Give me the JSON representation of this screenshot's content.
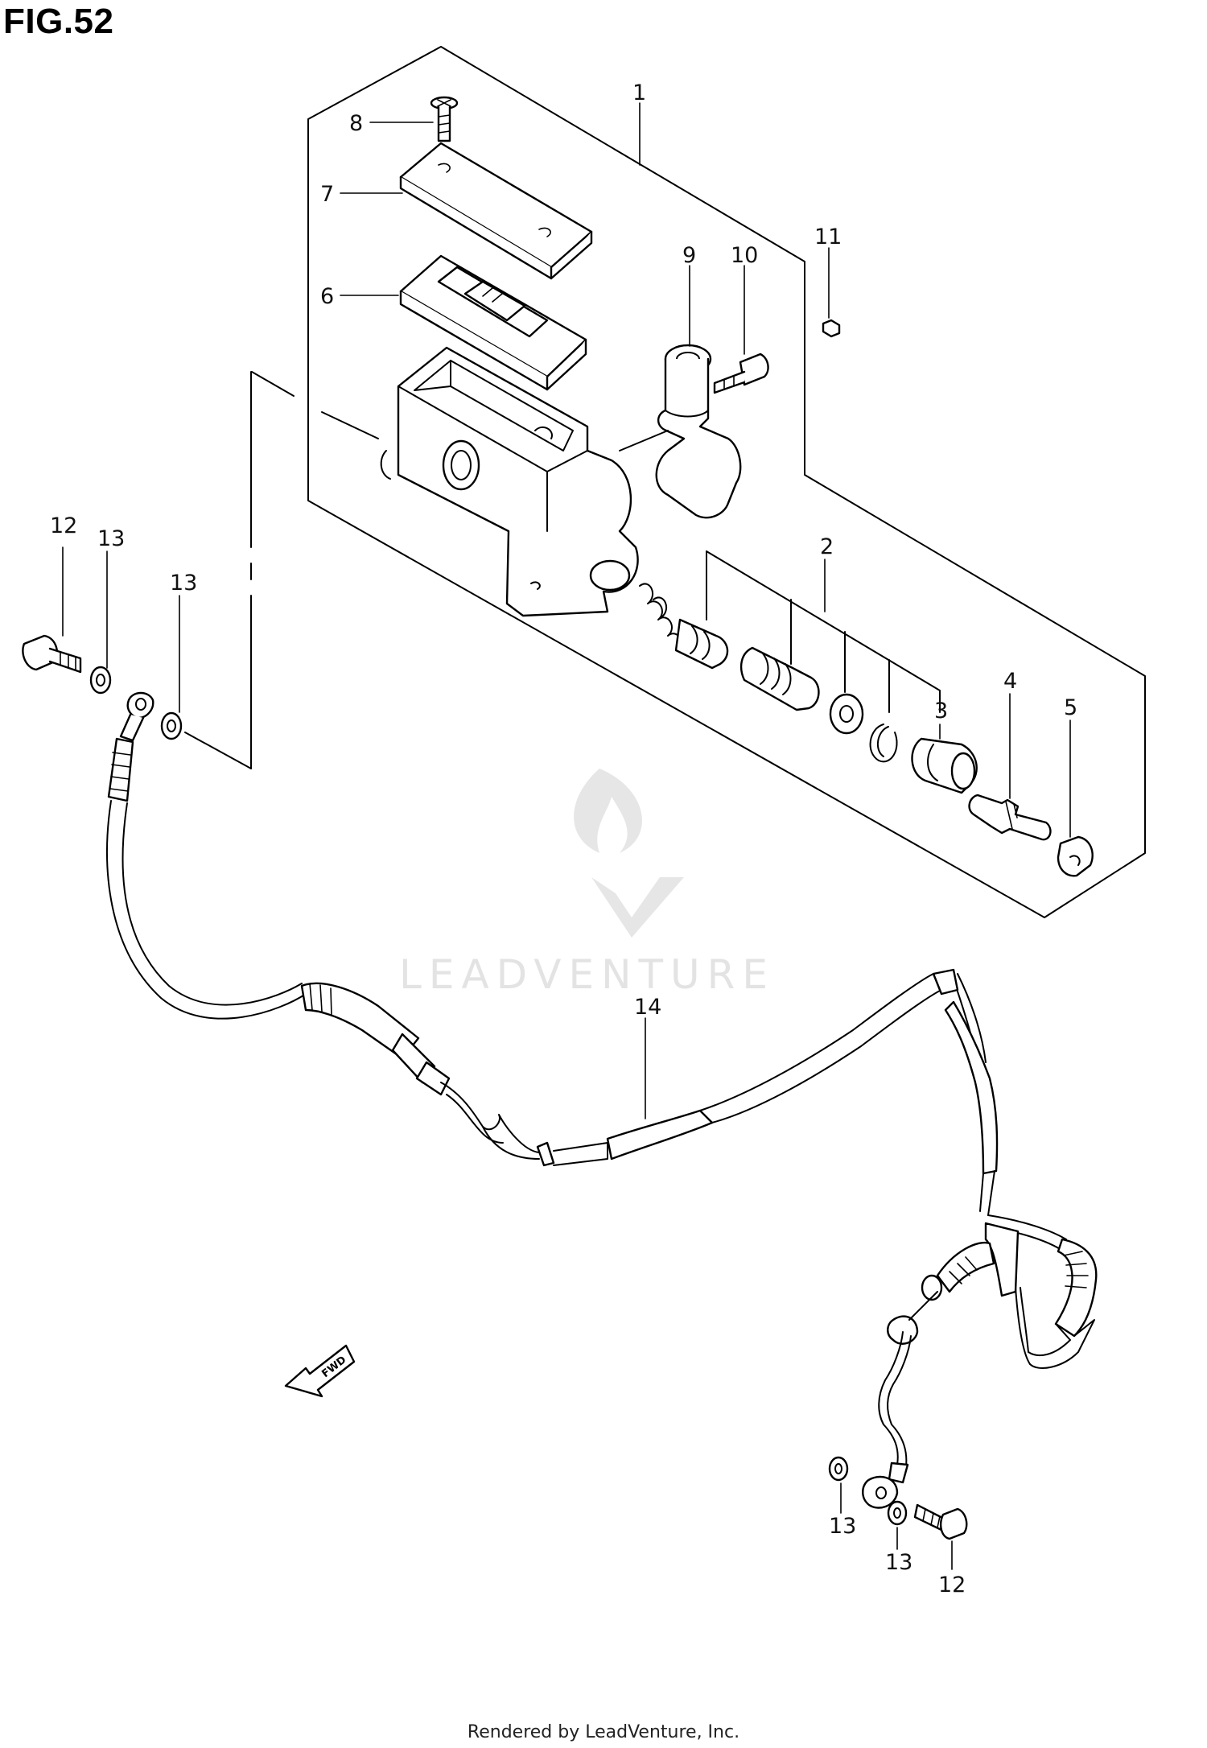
{
  "figure": {
    "title": "FIG.52",
    "watermark": "LEADVENTURE",
    "footer": "Rendered by LeadVenture, Inc.",
    "forward_marker": "FWD"
  },
  "callouts": {
    "c1": "1",
    "c2": "2",
    "c3": "3",
    "c4": "4",
    "c5": "5",
    "c6": "6",
    "c7": "7",
    "c8": "8",
    "c9": "9",
    "c10": "10",
    "c11": "11",
    "c12a": "12",
    "c12b": "12",
    "c13a": "13",
    "c13b": "13",
    "c13c": "13",
    "c13d": "13",
    "c14": "14"
  }
}
